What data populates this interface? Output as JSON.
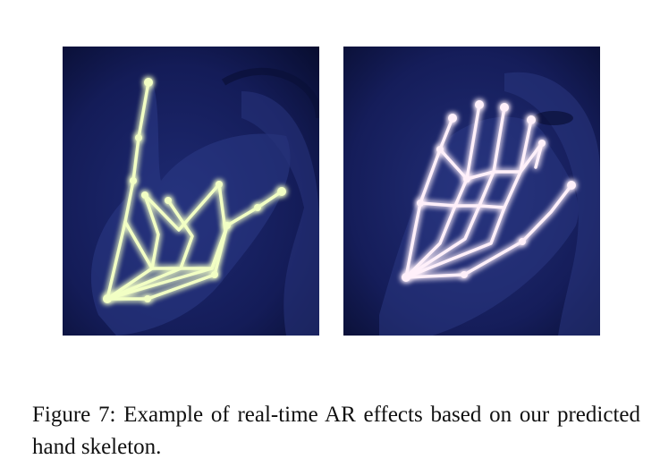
{
  "figure": {
    "caption": "Figure 7:  Example of real-time AR effects based on our predicted hand skeleton."
  },
  "panels": [
    {
      "id": "left",
      "skeleton_color": "#f2ffc4",
      "glow_color": "#b8ff4a"
    },
    {
      "id": "right",
      "skeleton_color": "#fff0fa",
      "glow_color": "#ff5cc8"
    }
  ],
  "colors": {
    "photo_background": "#121a52",
    "photo_background_dark": "#070c2c"
  }
}
